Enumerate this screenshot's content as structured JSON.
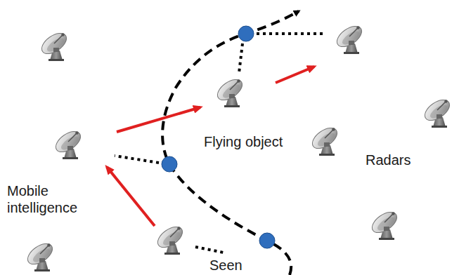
{
  "diagram": {
    "labels": [
      "Flying object",
      "Radars",
      "Mobile intelligence",
      "Seen"
    ]
  }
}
